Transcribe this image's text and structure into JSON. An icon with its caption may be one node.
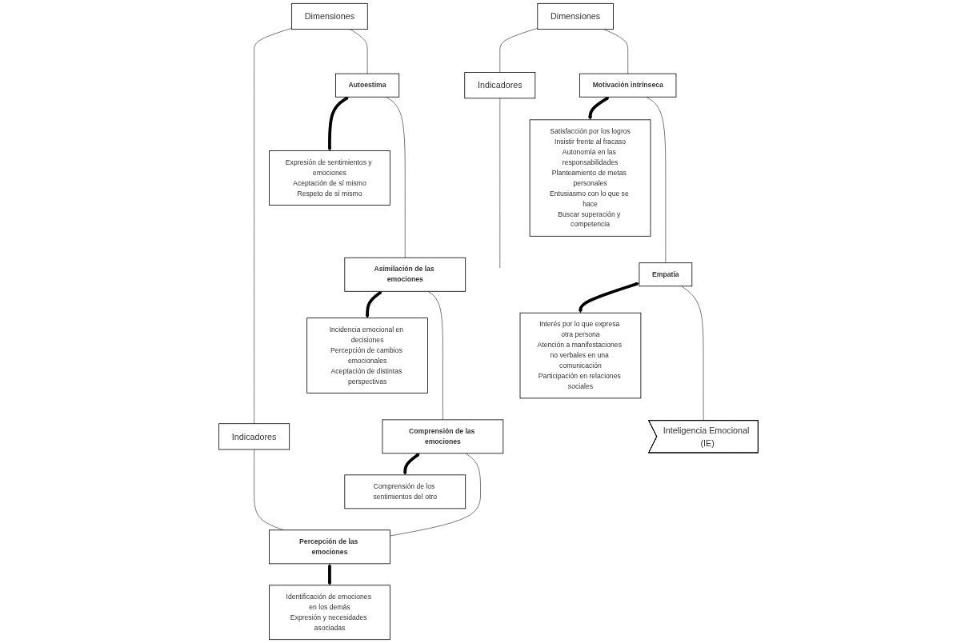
{
  "diagram": {
    "nodes": [
      {
        "text": [
          "Dimensiones"
        ]
      },
      {
        "text": [
          "Indicadores"
        ]
      },
      {
        "text": [
          "Autoestima"
        ]
      },
      {
        "text": [
          "Expresión de sentimientos y emociones",
          "Aceptación de sí mismo",
          "Respeto de sí mismo"
        ]
      },
      {
        "text": [
          "Asimilación de las emociones"
        ]
      },
      {
        "text": [
          "Incidencia emocional en decisiones",
          "Percepción de cambios emocionales",
          "Aceptación de distintas perspectivas"
        ]
      },
      {
        "text": [
          "Comprensión de las emociones"
        ]
      },
      {
        "text": [
          "Comprensión de los sentimientos del otro"
        ]
      },
      {
        "text": [
          "Percepción de las emociones"
        ]
      },
      {
        "text": [
          "Identificación de emociones en los demás",
          "Expresión y necesidades asociadas"
        ]
      },
      {
        "text": [
          "Dimensiones"
        ]
      },
      {
        "text": [
          "Indicadores"
        ]
      },
      {
        "text": [
          "Motivación intrínseca"
        ]
      },
      {
        "text": [
          "Satisfacción por los logros",
          "Insistir frente al fracaso",
          "Autonomía en las responsabilidades",
          "Planteamiento de metas personales",
          "Entusiasmo con lo que se hace",
          "Buscar superación y competencia"
        ]
      },
      {
        "text": [
          "Empatía"
        ]
      },
      {
        "text": [
          "Interés por lo que expresa otra persona",
          "Atención a manifestaciones no verbales en una comunicación",
          "Participación en relaciones sociales"
        ]
      },
      {
        "text": [
          "Inteligencia Emocional (IE)"
        ]
      }
    ],
    "edges": [
      {
        "from": 0,
        "to": 1,
        "arrow": "none"
      },
      {
        "from": 0,
        "to": 2,
        "arrow": "none"
      },
      {
        "from": 2,
        "to": 3,
        "arrow": "both",
        "style": "thick"
      },
      {
        "from": 2,
        "to": 4,
        "arrow": "none"
      },
      {
        "from": 4,
        "to": 5,
        "arrow": "both",
        "style": "thick"
      },
      {
        "from": 4,
        "to": 6,
        "arrow": "none"
      },
      {
        "from": 6,
        "to": 7,
        "arrow": "both",
        "style": "thick"
      },
      {
        "from": 6,
        "to": 8,
        "arrow": "none"
      },
      {
        "from": 8,
        "to": 9,
        "arrow": "both",
        "style": "thick"
      },
      {
        "from": 1,
        "to": 8,
        "arrow": "none"
      },
      {
        "from": 10,
        "to": 11,
        "arrow": "none"
      },
      {
        "from": 11,
        "to": null,
        "arrow": "none"
      },
      {
        "from": 10,
        "to": 12,
        "arrow": "none"
      },
      {
        "from": 12,
        "to": 13,
        "arrow": "both",
        "style": "thick"
      },
      {
        "from": 12,
        "to": 14,
        "arrow": "none"
      },
      {
        "from": 14,
        "to": 15,
        "arrow": "both",
        "style": "thick"
      },
      {
        "from": 14,
        "to": 16,
        "arrow": "none"
      }
    ]
  }
}
